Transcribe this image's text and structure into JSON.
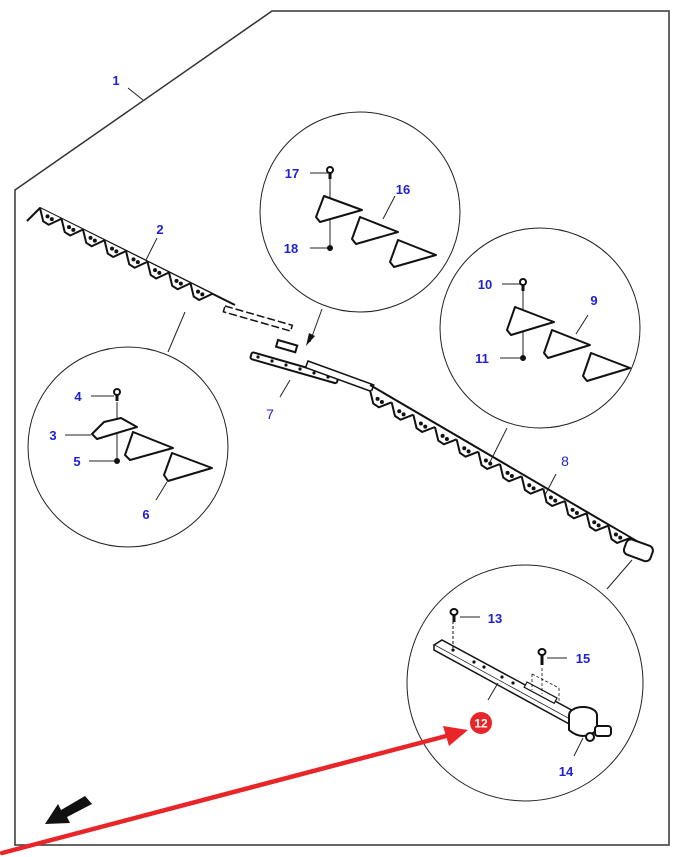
{
  "diagram": {
    "type": "exploded parts diagram",
    "subject": "cutter bar knife assembly",
    "highlighted_part": "12",
    "highlight_color": "#e8262a",
    "label_color": "#1f1fd6",
    "labels": {
      "p1": "1",
      "p2": "2",
      "p3": "3",
      "p4": "4",
      "p5": "5",
      "p6": "6",
      "p7": "7",
      "p8": "8",
      "p9": "9",
      "p10": "10",
      "p11": "11",
      "p12": "12",
      "p13": "13",
      "p14": "14",
      "p15": "15",
      "p16": "16",
      "p17": "17",
      "p18": "18"
    },
    "icons": {
      "direction_arrow": "direction-arrow-icon",
      "highlight_arrow": "red-pointer-arrow-icon"
    }
  }
}
